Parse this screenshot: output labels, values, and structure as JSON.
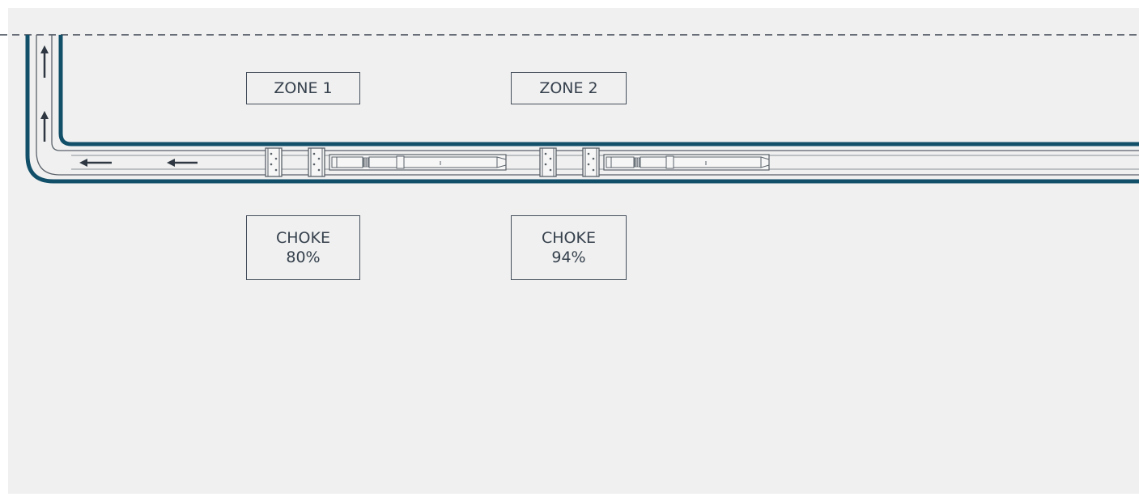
{
  "zones": [
    {
      "label": "ZONE 1",
      "choke_label": "CHOKE",
      "choke_value": "80%"
    },
    {
      "label": "ZONE 2",
      "choke_label": "CHOKE",
      "choke_value": "94%"
    }
  ],
  "colors": {
    "background": "#f0f0f0",
    "casing": "#12506a",
    "tubing": "#596169",
    "label_border": "#454f5b",
    "label_text": "#36414d",
    "ground_line": "#3a4450"
  },
  "icons": [
    "flow-arrow-up-icon",
    "flow-arrow-left-icon",
    "packer-icon",
    "choke-valve-icon"
  ]
}
